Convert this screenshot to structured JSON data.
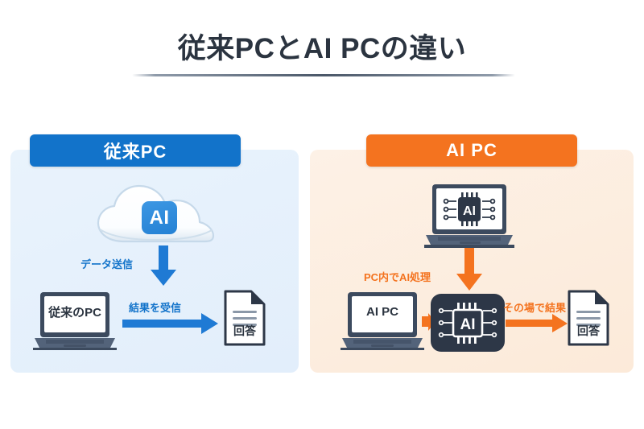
{
  "page": {
    "title": "従来PCとAI PCの違い",
    "background_color": "#ffffff",
    "title_color": "#2b3440"
  },
  "colors": {
    "blue_accent": "#1273ca",
    "blue_arrow": "#1f7ad4",
    "blue_panel_bg": "#e7f1fb",
    "orange_accent": "#f4731f",
    "orange_panel_bg": "#fcefe2",
    "dark_navy": "#2d3747",
    "laptop_body": "#3c4a5e"
  },
  "panels": [
    {
      "id": "legacy-pc",
      "header": "従来PC",
      "header_color": "#1273ca",
      "background_color": "#e7f1fb",
      "nodes": {
        "cloud_badge": "AI",
        "laptop_label": "従来のPC",
        "document_label": "回答"
      },
      "flow_labels": [
        {
          "text": "データ送信",
          "color": "#1273ca",
          "direction": "down"
        },
        {
          "text": "結果を受信",
          "color": "#1273ca",
          "direction": "right"
        }
      ]
    },
    {
      "id": "ai-pc",
      "header": "AI PC",
      "header_color": "#f4731f",
      "background_color": "#fcefe2",
      "nodes": {
        "top_laptop_badge": "AI",
        "laptop_label": "AI PC",
        "chip_badge": "AI",
        "document_label": "回答"
      },
      "flow_labels": [
        {
          "text": "PC内でAI処理",
          "color": "#f4731f",
          "direction": "down"
        },
        {
          "text": "その場で結果",
          "color": "#f4731f",
          "direction": "right"
        }
      ]
    }
  ]
}
